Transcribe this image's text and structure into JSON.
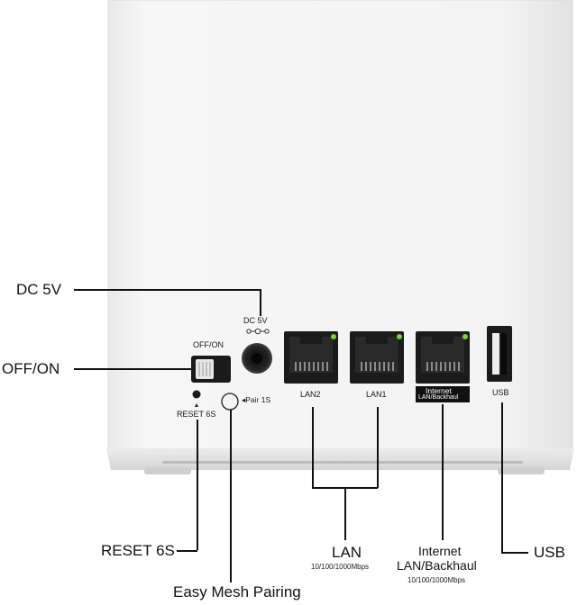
{
  "callouts": {
    "dc": "DC 5V",
    "power": "OFF/ON",
    "reset": "RESET 6S",
    "mesh": "Easy Mesh Pairing",
    "lan": "LAN",
    "lan_speed": "10/100/1000Mbps",
    "internet_line1": "Internet",
    "internet_line2": "LAN/Backhaul",
    "internet_speed": "10/100/1000Mbps",
    "usb": "USB"
  },
  "device_labels": {
    "dc": "DC 5V",
    "switch": "OFF/ON",
    "reset": "RESET 6S",
    "pair": "◂Pair 1S",
    "lan2": "LAN2",
    "lan1": "LAN1",
    "internet": "Internet",
    "backhaul": "LAN/Backhaul",
    "usb": "USB"
  },
  "colors": {
    "device_body": "#f4f4f4",
    "port_led": "#7bd23a",
    "port_black": "#1b1b1b"
  }
}
